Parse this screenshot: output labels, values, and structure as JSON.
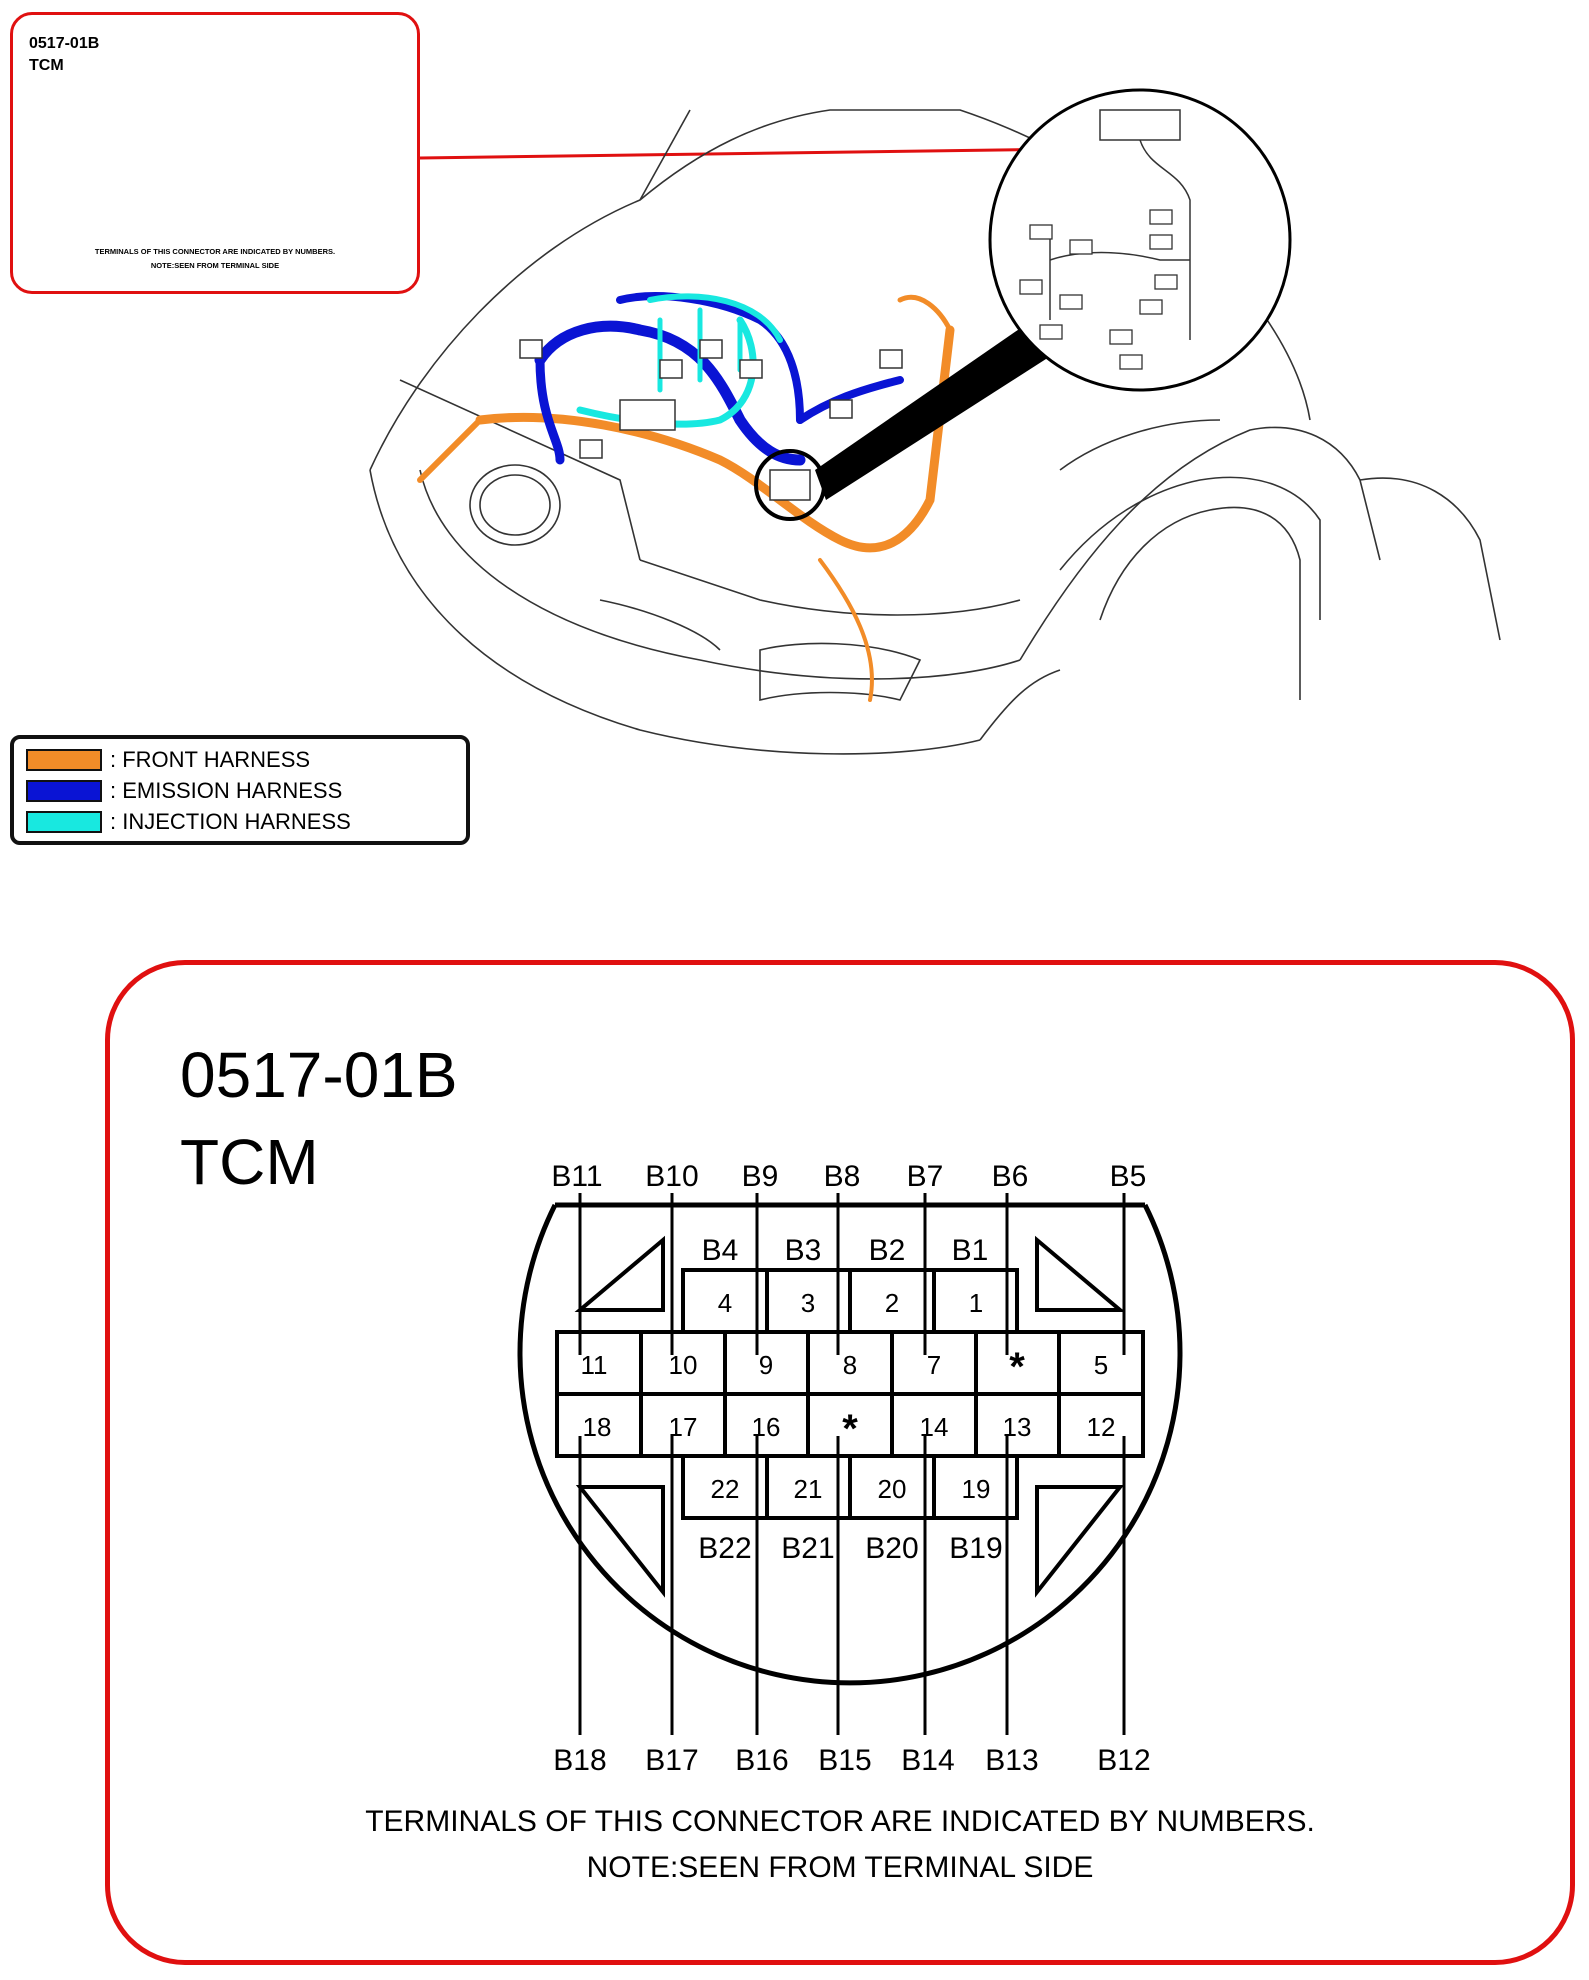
{
  "inset": {
    "code": "0517-01B",
    "name": "TCM",
    "note_line1": "TERMINALS OF THIS CONNECTOR ARE INDICATED BY NUMBERS.",
    "note_line2": "NOTE:SEEN FROM TERMINAL SIDE"
  },
  "legend": [
    {
      "label": ": FRONT HARNESS",
      "color": "#f28c28"
    },
    {
      "label": ": EMISSION HARNESS",
      "color": "#0a14d4"
    },
    {
      "label": ": INJECTION HARNESS",
      "color": "#18e8e0"
    }
  ],
  "connector": {
    "code": "0517-01B",
    "name": "TCM",
    "top_labels": [
      "B11",
      "B10",
      "B9",
      "B8",
      "B7",
      "B6",
      "B5"
    ],
    "upper_labels": [
      "B4",
      "B3",
      "B2",
      "B1"
    ],
    "row1": [
      "4",
      "3",
      "2",
      "1"
    ],
    "row2": [
      "11",
      "10",
      "9",
      "8",
      "7",
      "*",
      "5"
    ],
    "row3": [
      "18",
      "17",
      "16",
      "*",
      "14",
      "13",
      "12"
    ],
    "row4": [
      "22",
      "21",
      "20",
      "19"
    ],
    "lower_labels": [
      "B22",
      "B21",
      "B20",
      "B19"
    ],
    "bottom_labels": [
      "B18",
      "B17",
      "B16",
      "B15",
      "B14",
      "B13",
      "B12"
    ],
    "note_line1": "TERMINALS OF THIS CONNECTOR ARE INDICATED BY NUMBERS.",
    "note_line2": "NOTE:SEEN FROM TERMINAL SIDE"
  },
  "colors": {
    "frame_red": "#e01010"
  }
}
